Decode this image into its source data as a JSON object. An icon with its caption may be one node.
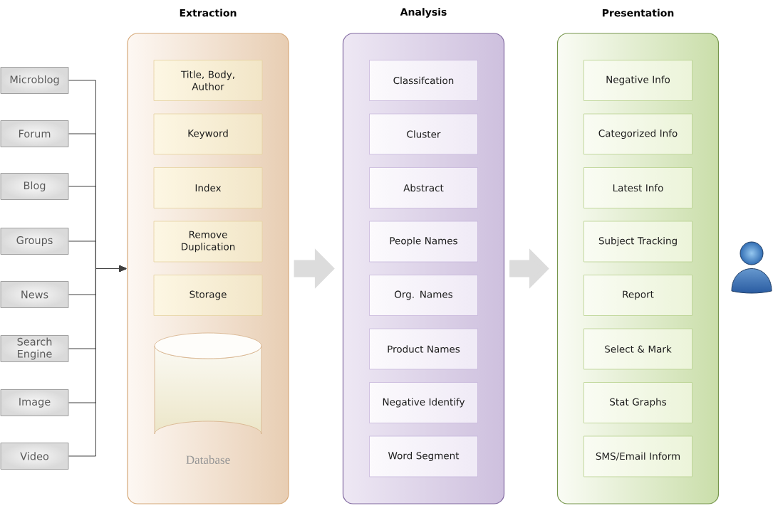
{
  "diagram": {
    "nodes": [
      {
        "text": [
          "Extraction"
        ]
      },
      {
        "text": [
          "Title, Body, Author"
        ],
        "in": 0
      },
      {
        "text": [
          "Keyword"
        ],
        "in": 0
      },
      {
        "text": [
          "Index"
        ],
        "in": 0
      },
      {
        "text": [
          "Remove Duplication"
        ],
        "in": 0
      },
      {
        "text": [
          "Storage"
        ],
        "in": 0
      },
      {
        "text": [],
        "shape": "cylinder",
        "in": 0,
        "beside": [
          "Database"
        ]
      },
      {
        "text": [
          "Analysis"
        ]
      },
      {
        "text": [
          "Classifcation"
        ],
        "in": 7
      },
      {
        "text": [
          "Cluster"
        ],
        "in": 7
      },
      {
        "text": [
          "Abstract"
        ],
        "in": 7
      },
      {
        "text": [
          "People Names"
        ],
        "in": 7
      },
      {
        "text": [
          "Org. Names"
        ],
        "in": 7
      },
      {
        "text": [
          "Product Names"
        ],
        "in": 7
      },
      {
        "text": [
          "Negative Identify"
        ],
        "in": 7
      },
      {
        "text": [
          "Word Segment"
        ],
        "in": 7
      },
      {
        "text": [
          "Presentation"
        ]
      },
      {
        "text": [
          "Negative Info"
        ],
        "in": 16
      },
      {
        "text": [
          "Categorized Info"
        ],
        "in": 16
      },
      {
        "text": [
          "Latest Info"
        ],
        "in": 16
      },
      {
        "text": [
          "Subject Tracking"
        ],
        "in": 16
      },
      {
        "text": [
          "Report"
        ],
        "in": 16
      },
      {
        "text": [
          "Select & Mark"
        ],
        "in": 16
      },
      {
        "text": [
          "Stat Graphs"
        ],
        "in": 16
      },
      {
        "text": [
          "SMS/Email Inform"
        ],
        "in": 16
      },
      {
        "text": [],
        "shape": "person"
      },
      {
        "text": [
          "Microblog"
        ]
      },
      {
        "text": [
          "Forum"
        ]
      },
      {
        "text": [
          "Blog"
        ]
      },
      {
        "text": [
          "Groups"
        ]
      },
      {
        "text": [
          "News"
        ]
      },
      {
        "text": [
          "Search Engine"
        ]
      },
      {
        "text": [
          "Image"
        ]
      },
      {
        "text": [
          "Video"
        ]
      }
    ],
    "edges": [
      {
        "from": 26,
        "to": 0,
        "arrow": "to"
      },
      {
        "from": 27,
        "to": 0,
        "arrow": "to"
      },
      {
        "from": 28,
        "to": 0,
        "arrow": "to"
      },
      {
        "from": 29,
        "to": 0,
        "arrow": "to"
      },
      {
        "from": 30,
        "to": 0,
        "arrow": "to"
      },
      {
        "from": 31,
        "to": 0,
        "arrow": "to"
      },
      {
        "from": 32,
        "to": 0,
        "arrow": "to"
      },
      {
        "from": 33,
        "to": 0,
        "arrow": "to"
      },
      {
        "from": 0,
        "to": 7,
        "arrow": "to",
        "style": "thick",
        "color": "#dcdcdc"
      },
      {
        "from": 7,
        "to": 16,
        "arrow": "to",
        "style": "thick",
        "color": "#dcdcdc"
      }
    ]
  }
}
